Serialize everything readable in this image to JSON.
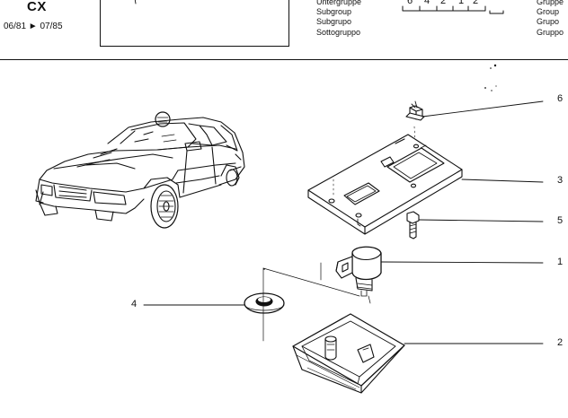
{
  "header": {
    "model": "CX",
    "period": "06/81 ► 07/85",
    "subgroup_labels": [
      "Untergruppe",
      "Subgroup",
      "Subgrupo",
      "Sottogruppo"
    ],
    "subgroup_code_digits": [
      "6",
      "4",
      "2",
      "1",
      "2"
    ],
    "group_labels": [
      "Gruppe",
      "Group",
      "Grupo",
      "Gruppo"
    ]
  },
  "callouts": [
    {
      "number": "6",
      "part": "screw"
    },
    {
      "number": "3",
      "part": "mounting plate"
    },
    {
      "number": "5",
      "part": "screw"
    },
    {
      "number": "1",
      "part": "lamp holder"
    },
    {
      "number": "4",
      "part": "washer"
    },
    {
      "number": "2",
      "part": "lens housing"
    }
  ],
  "colors": {
    "ink": "#111111",
    "paper": "#ffffff"
  }
}
